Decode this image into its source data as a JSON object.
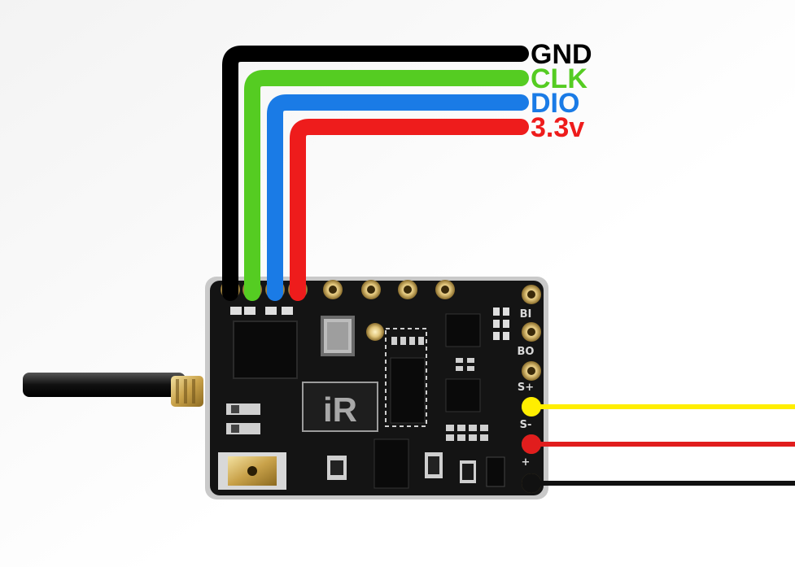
{
  "pins": [
    {
      "label": "GND",
      "color": "#000000"
    },
    {
      "label": "CLK",
      "color": "#55cc22"
    },
    {
      "label": "DIO",
      "color": "#1a7be6"
    },
    {
      "label": "3.3v",
      "color": "#ee1c1c"
    }
  ],
  "right_wires": [
    {
      "color": "#ffee00"
    },
    {
      "color": "#e11d1d"
    },
    {
      "color": "#111111"
    }
  ],
  "board": {
    "logo": "iR",
    "silk_labels": [
      "BI",
      "BO",
      "S+",
      "S-",
      "+"
    ]
  }
}
